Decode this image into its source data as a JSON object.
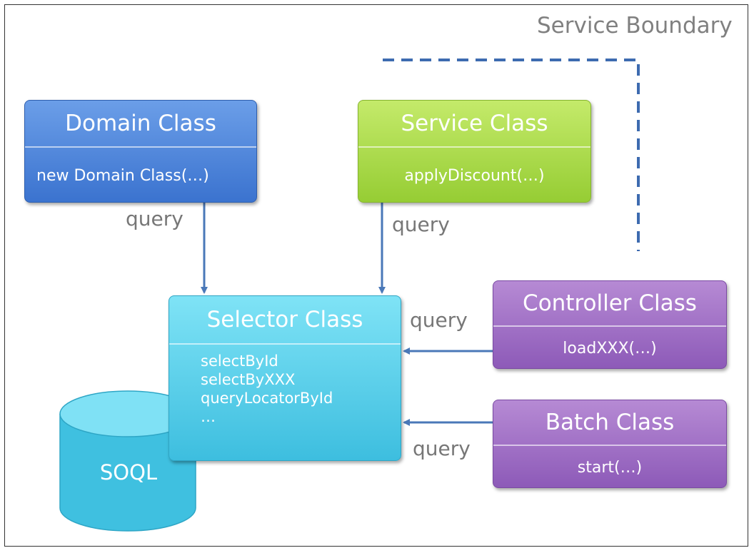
{
  "diagram": {
    "boundary_label": "Service Boundary",
    "domain": {
      "title": "Domain Class",
      "method": "new Domain Class(…)"
    },
    "service": {
      "title": "Service Class",
      "method": "applyDiscount(…)"
    },
    "selector": {
      "title": "Selector Class",
      "methods": [
        "selectById",
        "selectByXXX",
        "queryLocatorById",
        "…"
      ]
    },
    "controller": {
      "title": "Controller Class",
      "method": "loadXXX(…)"
    },
    "batch": {
      "title": "Batch Class",
      "method": "start(…)"
    },
    "database": {
      "label": "SOQL"
    },
    "edge_labels": {
      "domain": "query",
      "service": "query",
      "controller": "query",
      "batch": "query"
    }
  },
  "colors": {
    "domain": "#4a86e0",
    "service": "#a8d848",
    "selector": "#56cfec",
    "controller_batch": "#9a68c2",
    "arrow": "#4a78b8",
    "boundary": "#3d6bb0"
  }
}
